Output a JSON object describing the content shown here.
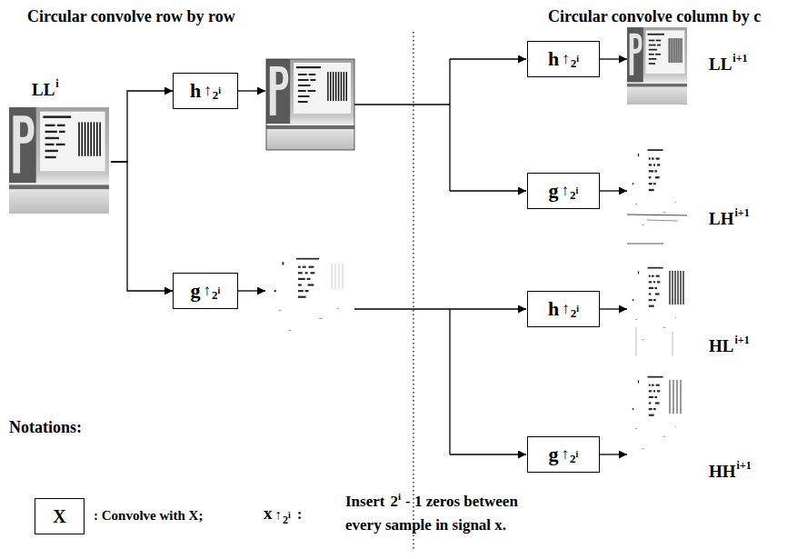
{
  "diagram": {
    "nodes": [
      {
        "text": [
          "LL",
          "i"
        ]
      },
      {
        "text": [
          "h",
          "↑",
          "2",
          "i"
        ]
      },
      {
        "text": [
          "g",
          "↑",
          "2",
          "i"
        ]
      },
      {
        "text": [
          "h",
          "↑",
          "2",
          "i"
        ]
      },
      {
        "text": [
          "g",
          "↑",
          "2",
          "i"
        ]
      },
      {
        "text": [
          "h",
          "↑",
          "2",
          "i"
        ]
      },
      {
        "text": [
          "g",
          "↑",
          "2",
          "i"
        ]
      },
      {
        "text": [
          "LL",
          "i+1"
        ]
      },
      {
        "text": [
          "LH",
          "i+1"
        ]
      },
      {
        "text": [
          "HL",
          "i+1"
        ]
      },
      {
        "text": [
          "HH",
          "i+1"
        ]
      },
      {
        "text": [
          "X"
        ]
      }
    ],
    "edges": [
      {
        "from": 0,
        "to": 1,
        "arrow": "to"
      },
      {
        "from": 0,
        "to": 2,
        "arrow": "to"
      },
      {
        "from": 3,
        "to": 7,
        "arrow": "to"
      },
      {
        "from": 4,
        "to": 8,
        "arrow": "to"
      },
      {
        "from": 5,
        "to": 9,
        "arrow": "to"
      },
      {
        "from": 6,
        "to": 10,
        "arrow": "to"
      }
    ],
    "labels": [
      "Circular convolve row by row",
      "Circular convolve column by c",
      "Notations:",
      ": Convolve with X;",
      "x",
      "↑",
      "2",
      "i",
      ":",
      "Insert",
      "2",
      "i",
      "- 1 zeros between",
      "every sample in signal x."
    ]
  }
}
